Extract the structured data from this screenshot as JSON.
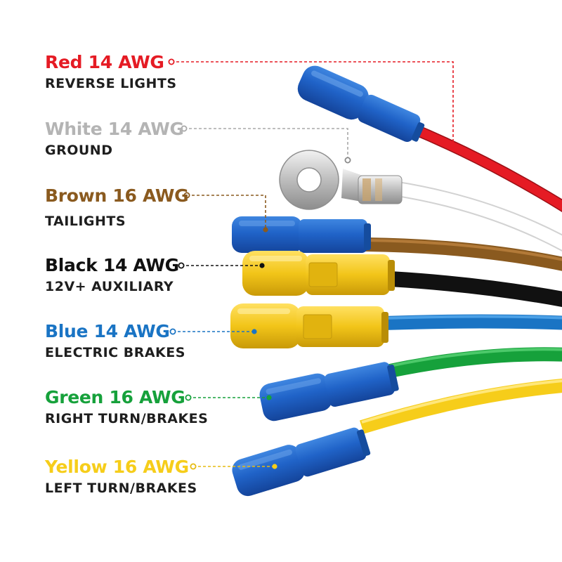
{
  "wires": [
    {
      "id": "red",
      "gauge": "Red 14 AWG",
      "function": "REVERSE LIGHTS",
      "color": "#e51b24"
    },
    {
      "id": "white",
      "gauge": "White 14 AWG",
      "function": "GROUND",
      "color": "#b4b4b4"
    },
    {
      "id": "brown",
      "gauge": "Brown 16 AWG",
      "function": "TAILIGHTS",
      "color": "#8a5a1f"
    },
    {
      "id": "black",
      "gauge": "Black 14 AWG",
      "function": "12V+ AUXILIARY",
      "color": "#111111"
    },
    {
      "id": "blue",
      "gauge": "Blue 14 AWG",
      "function": "ELECTRIC BRAKES",
      "color": "#1a74c4"
    },
    {
      "id": "green",
      "gauge": "Green 16 AWG",
      "function": "RIGHT TURN/BRAKES",
      "color": "#16a13b"
    },
    {
      "id": "yellow",
      "gauge": "Yellow 16 AWG",
      "function": "LEFT TURN/BRAKES",
      "color": "#f6cd1a"
    }
  ],
  "terminal_colors": {
    "blue_connector": "#2063c8",
    "yellow_connector": "#f2c519",
    "ring_terminal": "#c7c7c7"
  }
}
